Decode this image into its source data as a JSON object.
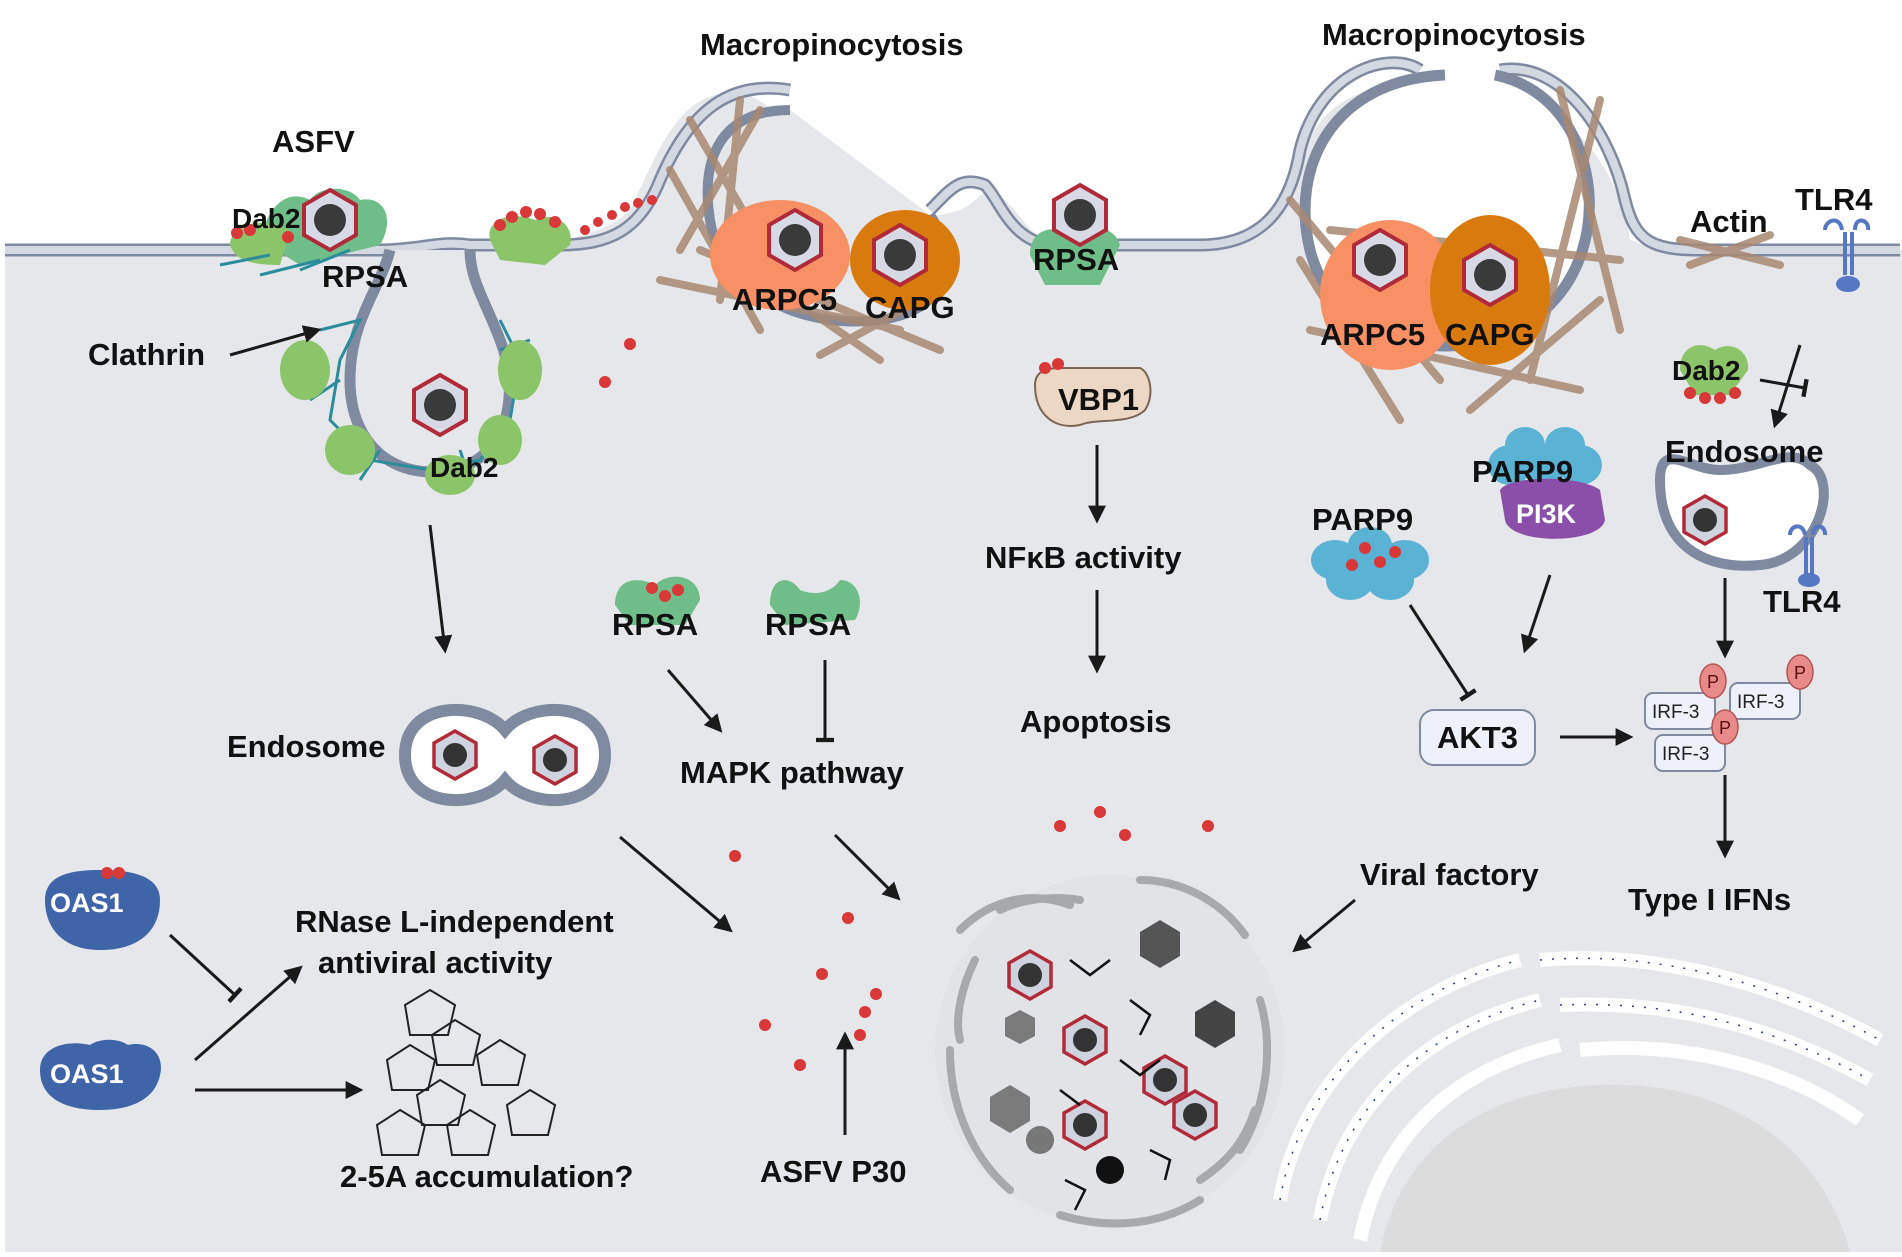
{
  "labels": {
    "asfv": "ASFV",
    "dab2_top": "Dab2",
    "rpsa_top": "RPSA",
    "clathrin": "Clathrin",
    "dab2_vesicle": "Dab2",
    "macropinocytosis_left": "Macropinocytosis",
    "macropinocytosis_right": "Macropinocytosis",
    "arpc5_left": "ARPC5",
    "capg_left": "CAPG",
    "arpc5_right": "ARPC5",
    "capg_right": "CAPG",
    "rpsa_mid": "RPSA",
    "actin": "Actin",
    "tlr4_top": "TLR4",
    "dab2_right": "Dab2",
    "endosome_right": "Endosome",
    "tlr4_bottom": "TLR4",
    "vbp1": "VBP1",
    "nfkb": "NFκB activity",
    "apoptosis": "Apoptosis",
    "parp9_top": "PARP9",
    "pi3k": "PI3K",
    "parp9_left": "PARP9",
    "akt3": "AKT3",
    "irf3_a": "IRF-3",
    "irf3_b": "IRF-3",
    "irf3_c": "IRF-3",
    "p1": "P",
    "p2": "P",
    "p3": "P",
    "type1_ifns": "Type I IFNs",
    "endosome_left": "Endosome",
    "rpsa_bound": "RPSA",
    "rpsa_free": "RPSA",
    "mapk": "MAPK pathway",
    "viral_factory": "Viral factory",
    "oas1_top": "OAS1",
    "oas1_bottom": "OAS1",
    "rnase_line1": "RNase L-independent",
    "rnase_line2": "antiviral activity",
    "two_five_a": "2-5A accumulation?",
    "p30": "ASFV P30"
  },
  "colors": {
    "cytoplasm": "#e6e7ea",
    "extracellular": "#ffffff",
    "membrane": "#c7ccd6",
    "membrane_edge": "#7f8aa0",
    "virion_outer": "#b02a3a",
    "virion_core": "#3a3a3a",
    "rpsa_green": "#6fbe8a",
    "dab2_green": "#8cc46a",
    "arpc5_orange": "#f79064",
    "capg_orange": "#d97a0e",
    "actin_brown": "#a88872",
    "parp9_blue": "#5ab2d4",
    "pi3k_purple": "#8a4fa8",
    "oas1_blue": "#3f65a8",
    "vbp1_beige": "#ecd6c4",
    "ligand_red": "#d93838",
    "er_blue": "#2c3d80",
    "nucleus": "#dcdcdc"
  }
}
